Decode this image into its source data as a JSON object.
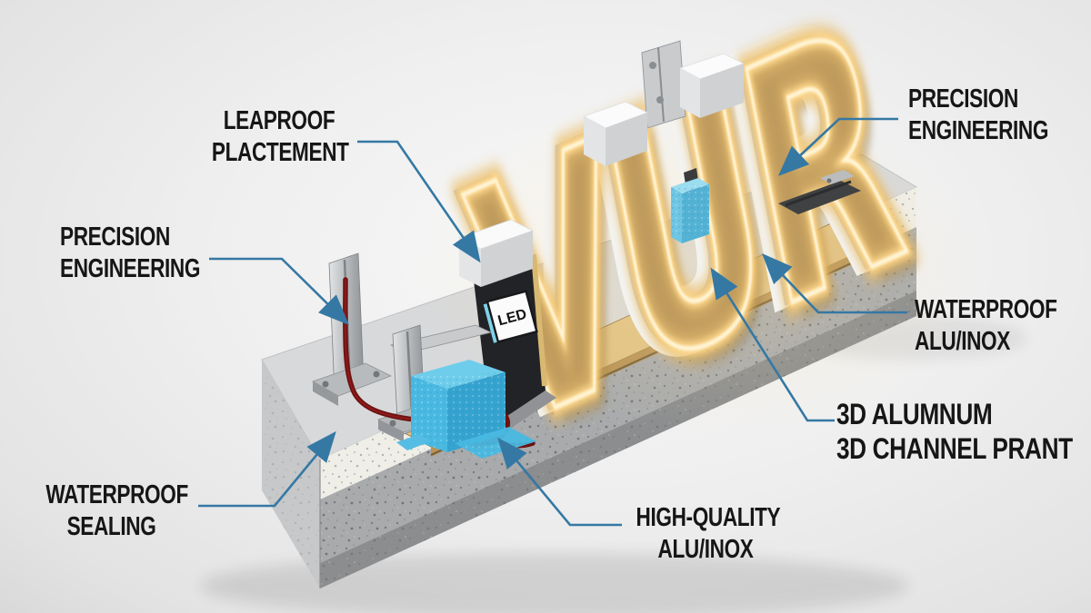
{
  "scene": {
    "sign_letters": "VUR",
    "led_module_label": "LED",
    "accent_color": "#3578a4",
    "glow_color": "#ffd98f",
    "materials": {
      "concrete_gray": "#a8aaac",
      "insulation_white": "#efeee7",
      "backing_tan": "#e0c284",
      "foam_blue": "#49b9e2",
      "cable_red": "#6e1212",
      "metal_gray": "#c7c8ca"
    }
  },
  "callouts": {
    "leakproof_placement": {
      "line1": "LEAPROOF",
      "line2": "PLACTEMENT"
    },
    "precision_engineering_left": {
      "line1": "PRECISION",
      "line2": "ENGINEERING"
    },
    "waterproof_sealing": {
      "line1": "WATERPROOF",
      "line2": "SEALING"
    },
    "precision_engineering_right": {
      "line1": "PRECISION",
      "line2": "ENGINEERING"
    },
    "waterproof_alu_inox": {
      "line1": "WATERPROOF",
      "line2": "ALU/INOX"
    },
    "aluminum_channel": {
      "line1": "3D ALUMNUM",
      "line2": "3D CHANNEL PRANT"
    },
    "high_quality_alu_inox": {
      "line1": "HIGH-QUALITY",
      "line2": "ALU/INOX"
    }
  }
}
